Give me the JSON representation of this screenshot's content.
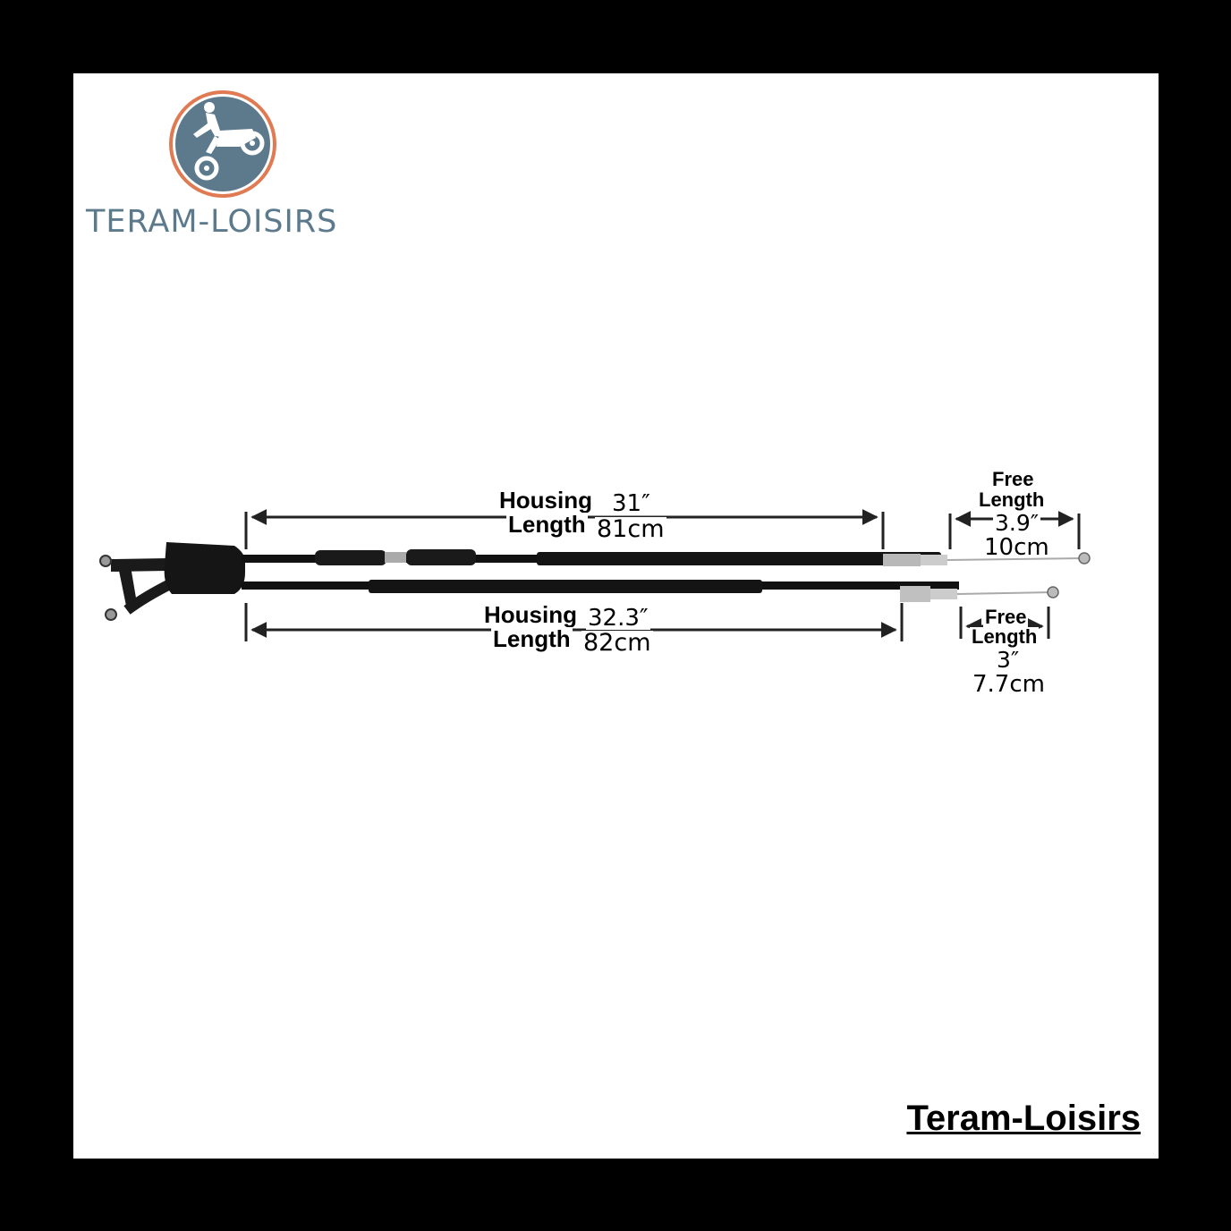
{
  "brand": {
    "name": "TERAM-LOISIRS",
    "watermark": "Teram-Loisirs",
    "logo_ring_color": "#e07a52",
    "logo_fill_color": "#5c7a8c",
    "icon": "motocross-rider-icon"
  },
  "dimensions": {
    "top_housing": {
      "label_1": "Housing",
      "label_2": "Length",
      "inches": "31″",
      "cm": "81cm"
    },
    "top_free": {
      "label_1": "Free",
      "label_2": "Length",
      "inches": "3.9″",
      "cm": "10cm"
    },
    "bottom_housing": {
      "label_1": "Housing",
      "label_2": "Length",
      "inches": "32.3″",
      "cm": "82cm"
    },
    "bottom_free": {
      "label_1": "Free",
      "label_2": "Length",
      "inches": "3″",
      "cm": "7.7cm"
    }
  }
}
